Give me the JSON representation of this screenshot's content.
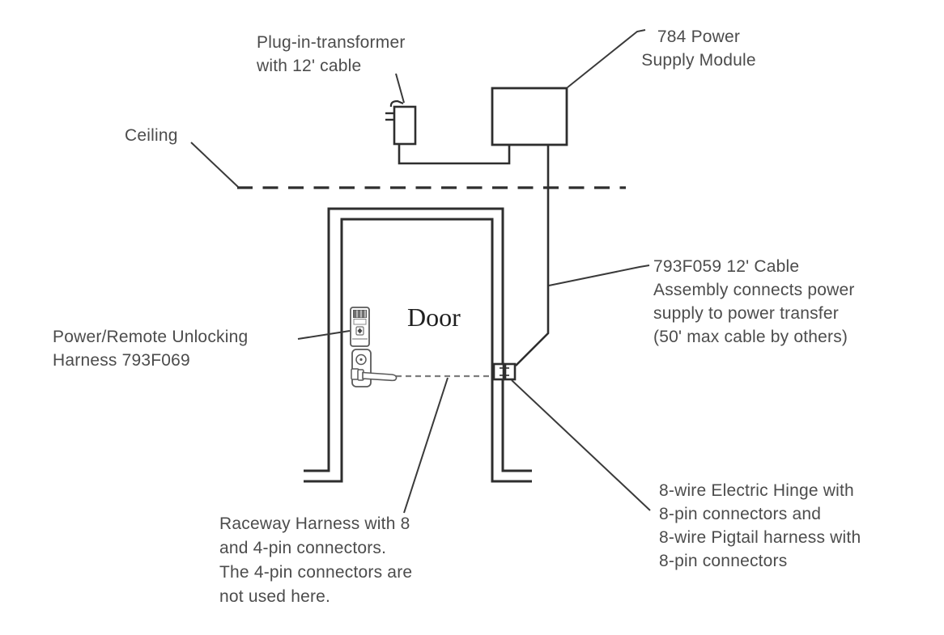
{
  "diagram": {
    "labels": {
      "transformer": "Plug-in-transformer\nwith 12' cable",
      "power_supply": "784 Power\nSupply Module",
      "ceiling": "Ceiling",
      "unlocking_harness": "Power/Remote Unlocking\nHarness 793F069",
      "door": "Door",
      "cable_assembly": "793F059 12' Cable\nAssembly connects power\nsupply to power transfer\n(50' max cable by others)",
      "electric_hinge": "8-wire Electric Hinge with\n8-pin connectors and\n8-wire Pigtail harness with\n8-pin connectors",
      "raceway_harness": "Raceway Harness with 8\nand 4-pin connectors.\nThe 4-pin connectors are\nnot used here."
    },
    "colors": {
      "line": "#333333",
      "text": "#4c4c4c",
      "door_text": "#1f1f1f",
      "raceway_dash": "#7d7d7d",
      "background": "#ffffff"
    }
  }
}
